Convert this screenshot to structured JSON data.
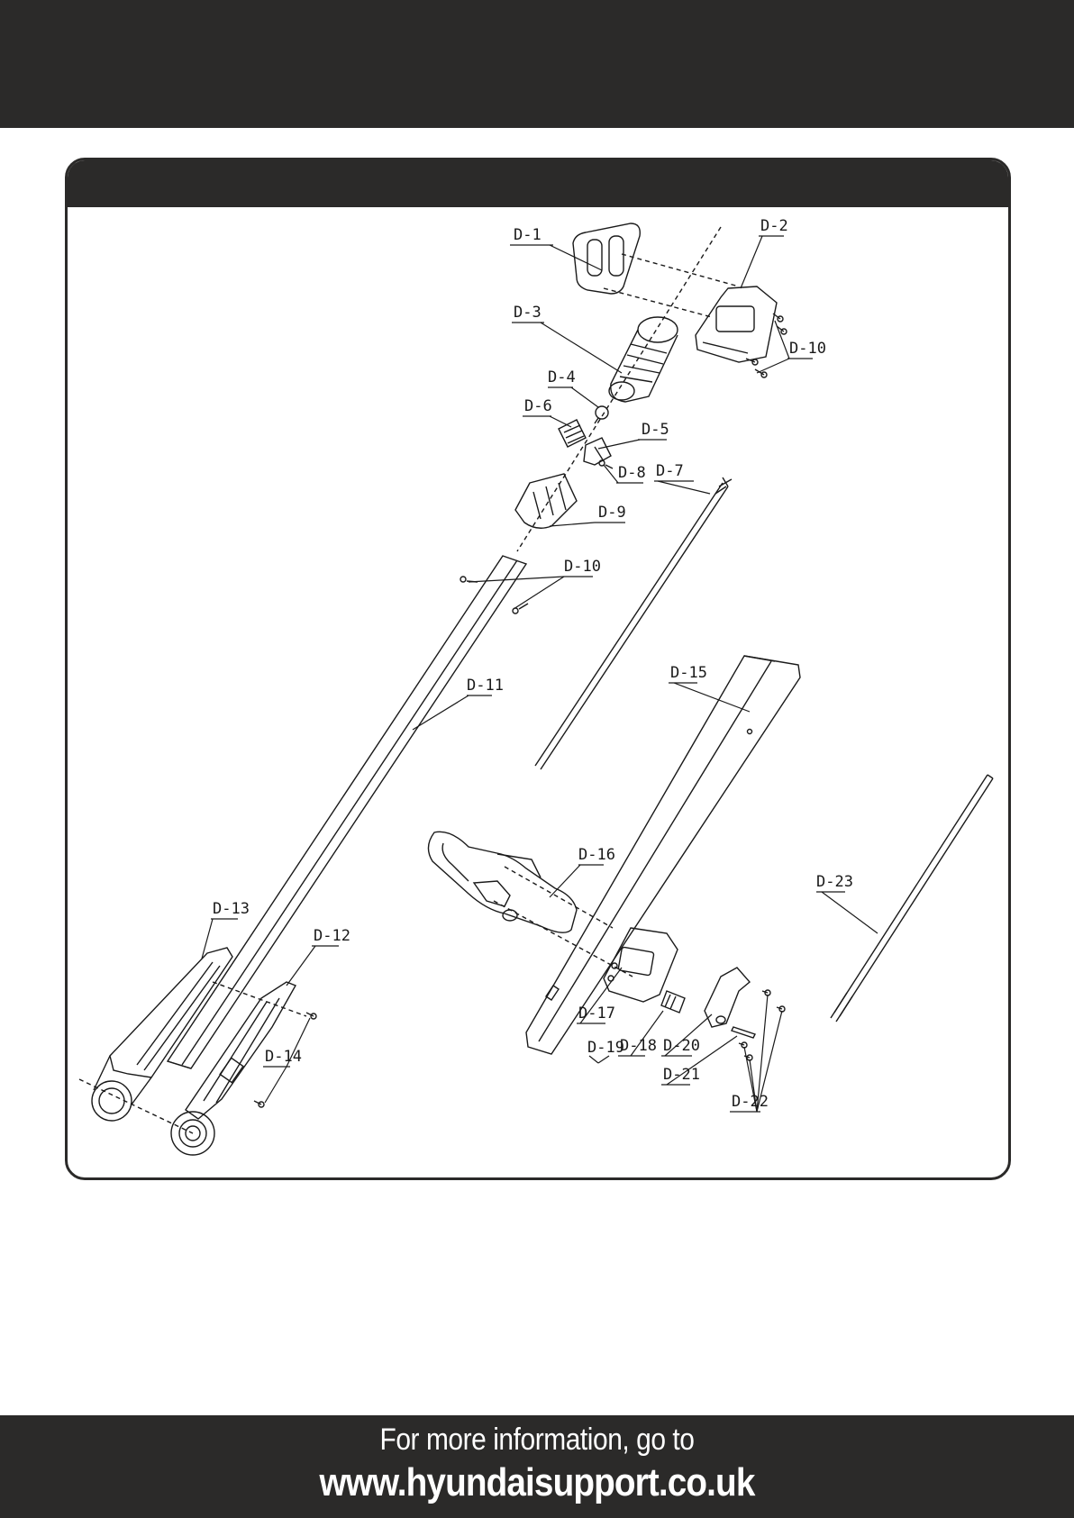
{
  "parts": [
    {
      "id": "d1",
      "label": "D-1"
    },
    {
      "id": "d2",
      "label": "D-2"
    },
    {
      "id": "d3",
      "label": "D-3"
    },
    {
      "id": "d4",
      "label": "D-4"
    },
    {
      "id": "d5",
      "label": "D-5"
    },
    {
      "id": "d6",
      "label": "D-6"
    },
    {
      "id": "d7",
      "label": "D-7"
    },
    {
      "id": "d8",
      "label": "D-8"
    },
    {
      "id": "d9",
      "label": "D-9"
    },
    {
      "id": "d10a",
      "label": "D-10"
    },
    {
      "id": "d10b",
      "label": "D-10"
    },
    {
      "id": "d11",
      "label": "D-11"
    },
    {
      "id": "d12",
      "label": "D-12"
    },
    {
      "id": "d13",
      "label": "D-13"
    },
    {
      "id": "d14",
      "label": "D-14"
    },
    {
      "id": "d15",
      "label": "D-15"
    },
    {
      "id": "d16",
      "label": "D-16"
    },
    {
      "id": "d17",
      "label": "D-17"
    },
    {
      "id": "d18",
      "label": "D-18"
    },
    {
      "id": "d19",
      "label": "D-19"
    },
    {
      "id": "d20",
      "label": "D-20"
    },
    {
      "id": "d21",
      "label": "D-21"
    },
    {
      "id": "d22",
      "label": "D-22"
    },
    {
      "id": "d23",
      "label": "D-23"
    }
  ],
  "footer": {
    "line1": "For more information, go to",
    "line2": "www.hyundaisupport.co.uk"
  },
  "colors": {
    "bar": "#2b2a29",
    "line": "#1a1a1a",
    "background": "#ffffff"
  }
}
